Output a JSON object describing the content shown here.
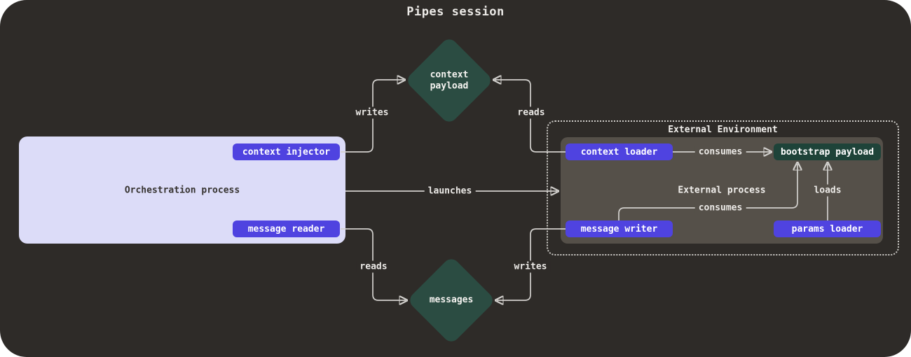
{
  "title": "Pipes session",
  "nodes": {
    "context_payload": {
      "label": "context\npayload"
    },
    "messages": {
      "label": "messages"
    },
    "orchestration": {
      "label": "Orchestration process",
      "context_injector": {
        "label": "context injector"
      },
      "message_reader": {
        "label": "message reader"
      }
    },
    "external_environment": {
      "label": "External Environment",
      "external_process": {
        "label": "External process",
        "context_loader": {
          "label": "context loader"
        },
        "bootstrap_payload": {
          "label": "bootstrap payload"
        },
        "message_writer": {
          "label": "message writer"
        },
        "params_loader": {
          "label": "params loader"
        }
      }
    }
  },
  "edges": {
    "writes_top": {
      "label": "writes",
      "from": "context injector",
      "to": "context payload"
    },
    "reads_top": {
      "label": "reads",
      "from": "context loader",
      "to": "context payload"
    },
    "launches": {
      "label": "launches",
      "from": "Orchestration process",
      "to": "External process"
    },
    "consumes_top": {
      "label": "consumes",
      "from": "context loader",
      "to": "bootstrap payload"
    },
    "consumes_bottom": {
      "label": "consumes",
      "from": "message writer",
      "to": "bootstrap payload"
    },
    "loads": {
      "label": "loads",
      "from": "params loader",
      "to": "bootstrap payload"
    },
    "reads_bottom": {
      "label": "reads",
      "from": "message reader",
      "to": "messages"
    },
    "writes_bottom": {
      "label": "writes",
      "from": "message writer",
      "to": "messages"
    }
  },
  "colors": {
    "canvas_bg": "#2e2b28",
    "node_purple": "#4f43e0",
    "diamond_teal": "#2b4c42",
    "bootstrap_teal": "#1e4339",
    "orchestration_bg": "#dcdcf8",
    "external_process_bg": "#555049",
    "edge_line": "#d2d0cd",
    "text_light": "#f2f0ed",
    "text_dark": "#363330"
  }
}
